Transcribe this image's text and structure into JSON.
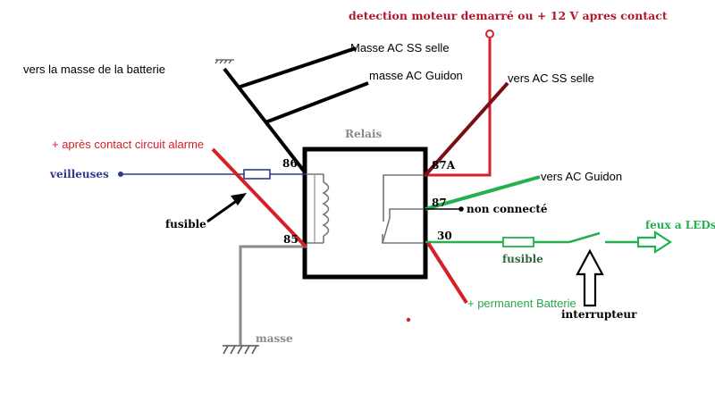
{
  "labels": {
    "title_detection": "detection moteur demarré ou + 12 V apres contact",
    "masse_ss_selle": "Masse AC SS selle",
    "masse_guidon": "masse AC Guidon",
    "vers_masse_batterie": "vers la masse de la batterie",
    "vers_ac_ss_selle": "vers AC SS selle",
    "relais": "Relais",
    "apres_contact_alarme": "+ après contact circuit alarme",
    "veilleuses": "veilleuses",
    "vers_ac_guidon": "vers AC Guidon",
    "non_connecte": "non connecté",
    "feux_leds": "feux a LEDs",
    "fusible_left": "fusible",
    "fusible_right": "fusible",
    "permanent_batterie": "+ permanent Batterie",
    "interrupteur": "interrupteur",
    "masse": "masse"
  },
  "pins": {
    "p86": "86",
    "p85": "85",
    "p87a": "87A",
    "p87": "87",
    "p30": "30"
  },
  "colors": {
    "red": "#d62027",
    "dark_red": "#b2172a",
    "maroon": "#7a0e17",
    "blue": "#2e3a8c",
    "green": "#22b14c",
    "gray": "#8a8a8a",
    "black": "#000000",
    "label_green": "#2aa84a"
  }
}
